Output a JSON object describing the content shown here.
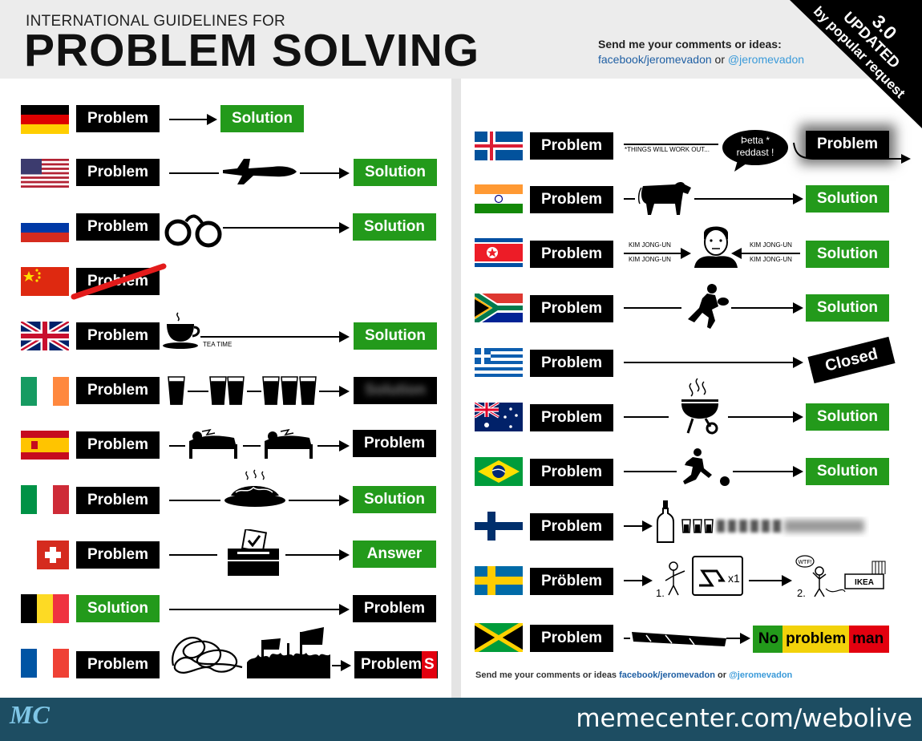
{
  "header": {
    "small_title": "INTERNATIONAL GUIDELINES FOR",
    "big_title": "PROBLEM SOLVING",
    "send_text": "Send me your comments or ideas:",
    "facebook": "facebook/jeromevadon",
    "or_text": " or ",
    "twitter": "@jeromevadon"
  },
  "corner": {
    "version": "3.0",
    "updated": "UPDATED",
    "by_popular": "by popular request"
  },
  "labels": {
    "problem": "Problem",
    "solution": "Solution",
    "answer": "Answer",
    "closed": "Closed",
    "problem_swedish": "Pröblem",
    "problems_base": "Problem",
    "problems_s": "S",
    "no": "No",
    "problem_lower": "problem",
    "man": "man"
  },
  "annotations": {
    "tea_time": "TEA TIME",
    "things_work_out": "*THINGS WILL WORK OUT...",
    "petta": "Þetta *",
    "reddast": "reddast !",
    "kim": "KIM JONG-UN",
    "x1": "x1",
    "step1": "1.",
    "step2": "2.",
    "wtf": "WTF!",
    "ikea": "IKEA"
  },
  "footer_right_note": {
    "send": "Send me your comments or ideas ",
    "facebook": "facebook/jeromevadon",
    "or": " or ",
    "twitter": "@jeromevadon"
  },
  "footer": {
    "logo": "MC",
    "site": "memecenter.com/webolive"
  },
  "colors": {
    "green": "#239a1b",
    "black": "#000000",
    "footer": "#1d4d62",
    "header": "#ececec",
    "red": "#e3000f",
    "yellow": "#f2d20a"
  }
}
